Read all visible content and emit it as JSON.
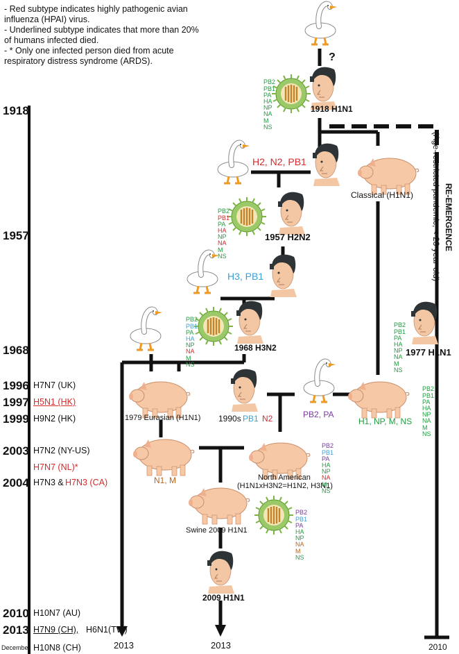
{
  "notes": [
    "- Red subtype indicates highly pathogenic avian influenza (HPAI) virus.",
    "- Underlined subtype indicates that more than 20% of humans infected died.",
    "- * Only one infected person died from acute respiratory distress syndrome (ARDS)."
  ],
  "timeline": {
    "years": [
      "1918",
      "1957",
      "1968",
      "1996",
      "1997",
      "1999",
      "2003",
      "2004",
      "2010",
      "2013"
    ],
    "december_label": "December",
    "events": {
      "e1996": "H7N7 (UK)",
      "e1997": "H5N1 (HK)",
      "e1999": "H9N2 (HK)",
      "e2003a": "H7N2 (NY-US)",
      "e2003b": "H7N7 (NL)*",
      "e2004a": "H7N3 &",
      "e2004b": "H7N3 (CA)",
      "e2010": "H10N7 (AU)",
      "e2013a": "H7N9 (CH),",
      "e2013b": "H6N1(TW)",
      "edec": "H10N8 (CH)"
    }
  },
  "question_mark": "?",
  "pandemics": {
    "p1918": "1918 H1N1",
    "p1957": "1957 H2N2",
    "p1968": "1968 H3N2",
    "p1977": "1977 H1N1",
    "p2009": "2009 H1N1"
  },
  "reassortments": {
    "r1957": "H2, N2, PB1",
    "r1968": "H3, PB1",
    "r1990s_a": "1990s",
    "r1990s_b": "PB1",
    "r1990s_c": "N2",
    "r_pb2pa": "PB2, PA",
    "r_swine": "H1, NP, M, NS",
    "r_n1m": "N1, M"
  },
  "hosts": {
    "classical": "Classical (H1N1)",
    "eurasian": "1979 Eurasian (H1N1)",
    "north_american_1": "North American",
    "north_american_2": "(H1N1xH3N2=H1N2, H3N1)",
    "swine2009": "Swine 2009 H1N1"
  },
  "reemergence": {
    "title": "RE-EMERGENCE",
    "subtitle": "(Age-restricted pandemic; < 23 year-old)",
    "end_year": "2010"
  },
  "end_labels": {
    "left": "2013",
    "center": "2013"
  },
  "segments": [
    "PB2",
    "PB1",
    "PA",
    "HA",
    "NP",
    "NA",
    "M",
    "NS"
  ],
  "colors": {
    "avian": "#1e9e3f",
    "human": "#d42a2a",
    "h3": "#3aa0d6",
    "swine_eurasian": "#b8651b",
    "swine_classical": "#1e9e3f",
    "na_swine": "#7a3aa0",
    "hpai": "#d42a2a"
  }
}
